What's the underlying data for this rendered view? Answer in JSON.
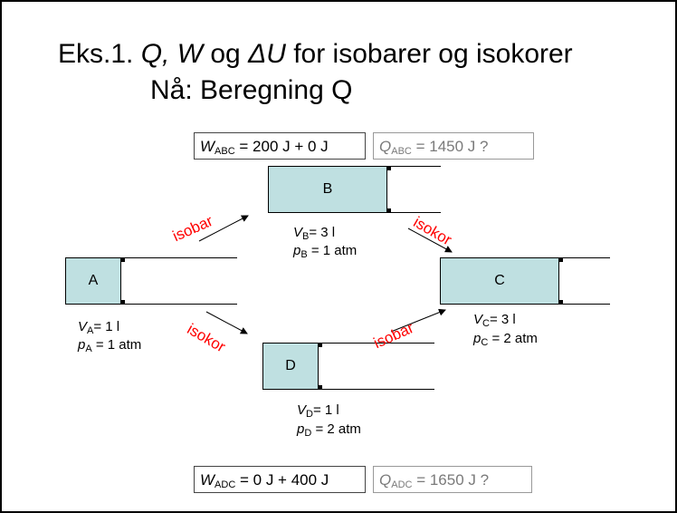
{
  "title": {
    "prefix": "Eks.1. ",
    "q": "Q,",
    "w": " W",
    "og": " og ",
    "du": "ΔU",
    "rest": "  for isobarer og isokorer"
  },
  "subtitle": "Nå: Beregning Q",
  "top_boxes": {
    "w": {
      "sym": "W",
      "sub": "ABC",
      "expr": " = 200 J + 0 J"
    },
    "q": {
      "sym": "Q",
      "sub": "ABC",
      "expr": " = 1450 J   ?"
    }
  },
  "bottom_boxes": {
    "w": {
      "sym": "W",
      "sub": "ADC",
      "expr": " = 0 J + 400 J"
    },
    "q": {
      "sym": "Q",
      "sub": "ADC",
      "expr": " = 1650 J  ?"
    }
  },
  "states": {
    "A": {
      "label": "A",
      "V_sym": "V",
      "V_sub": "A",
      "V_val": "= 1 l",
      "p_sym": "p",
      "p_sub": "A",
      "p_val": " = 1 atm"
    },
    "B": {
      "label": "B",
      "V_sym": "V",
      "V_sub": "B",
      "V_val": "= 3 l",
      "p_sym": "p",
      "p_sub": "B",
      "p_val": " = 1 atm"
    },
    "C": {
      "label": "C",
      "V_sym": "V",
      "V_sub": "C",
      "V_val": "= 3 l",
      "p_sym": "p",
      "p_sub": "C",
      "p_val": " = 2 atm"
    },
    "D": {
      "label": "D",
      "V_sym": "V",
      "V_sub": "D",
      "V_val": "= 1 l",
      "p_sym": "p",
      "p_sub": "D",
      "p_val": " = 2 atm"
    }
  },
  "processes": {
    "AB": "isobar",
    "BC": "isokor",
    "AD": "isokor",
    "DC": "isobar"
  },
  "colors": {
    "piston_fill": "#bfe0e1",
    "process_label": "#ff0000",
    "grey_text": "#7a7a7a"
  }
}
